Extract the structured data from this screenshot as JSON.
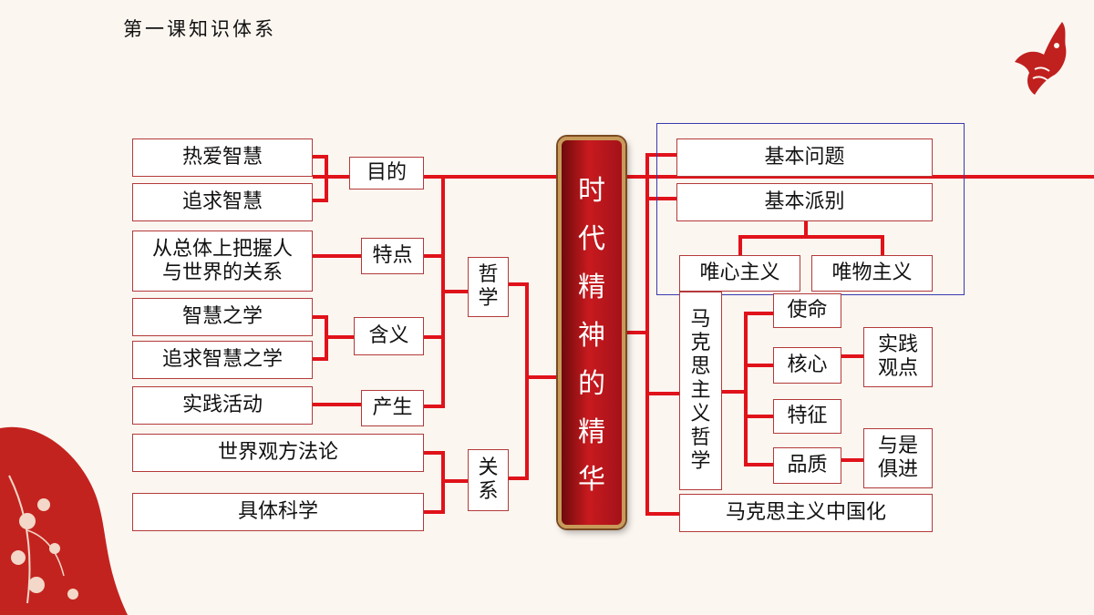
{
  "slide": {
    "title": "第一课知识体系"
  },
  "center": {
    "chars": [
      "时",
      "代",
      "精",
      "神",
      "的",
      "精",
      "华"
    ]
  },
  "left": {
    "zhexue": [
      "哲",
      "学"
    ],
    "guanxi": [
      "关",
      "系"
    ],
    "mude": "目的",
    "tedian": "特点",
    "hanyi": "含义",
    "chansheng": "产生",
    "reai": "热爱智慧",
    "zhuiqiu": "追求智慧",
    "congzongti_line1": "从总体上把握人",
    "congzongti_line2": "与世界的关系",
    "zhihui_zhi_xue": "智慧之学",
    "zhuiqiu_zhihui_zhi_xue": "追求智慧之学",
    "shijian_huodong": "实践活动",
    "shijieguan": "世界观方法论",
    "juti_kexue": "具体科学"
  },
  "right": {
    "jiben_wenti": "基本问题",
    "jiben_paibie": "基本派别",
    "weixin": "唯心主义",
    "weiwu": "唯物主义",
    "makesi": [
      "马",
      "克",
      "思",
      "主",
      "义",
      "哲",
      "学"
    ],
    "shiming": "使命",
    "hexin": "核心",
    "tezheng": "特征",
    "pinzhi": "品质",
    "shijian_guandian": [
      "实践",
      "观点"
    ],
    "yushi_jujin": [
      "与是",
      "俱进"
    ],
    "zhongguohua": "马克思主义中国化"
  },
  "colors": {
    "line": "#e0121a",
    "border": "#b43a3a",
    "center_bg": "#b81419",
    "blue_frame": "#3a3ab0",
    "background": "#fbf6f0"
  }
}
